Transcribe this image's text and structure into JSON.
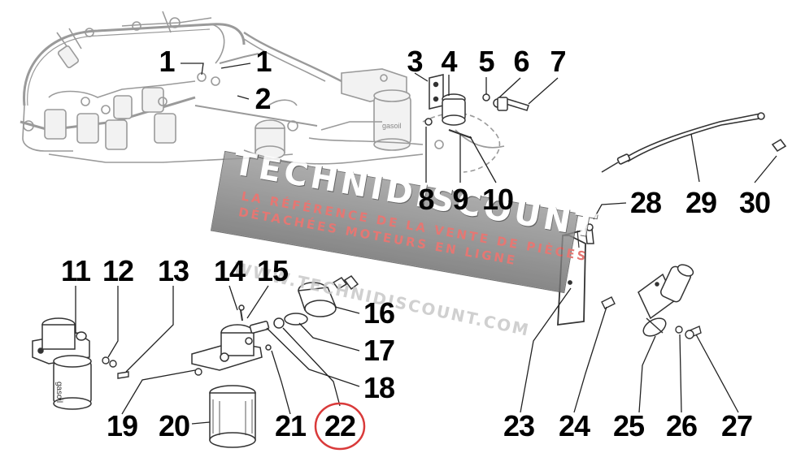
{
  "watermark": {
    "brand": "TECHNIDISCOUNT",
    "tagline1": "LA RÉFÉRENCE DE LA VENTE DE PIÈCES",
    "tagline2": "DÉTACHÉES MOTEURS EN LIGNE",
    "url": "WWW.TECHNIDISCOUNT.COM"
  },
  "part_labels": {
    "p1a": "1",
    "p1b": "1",
    "p2": "2",
    "p3": "3",
    "p4": "4",
    "p5": "5",
    "p6": "6",
    "p7": "7",
    "p8": "8",
    "p9": "9",
    "p10": "10",
    "p11": "11",
    "p12": "12",
    "p13": "13",
    "p14": "14",
    "p15": "15",
    "p16": "16",
    "p17": "17",
    "p18": "18",
    "p19": "19",
    "p20": "20",
    "p21": "21",
    "p22": "22",
    "p23": "23",
    "p24": "24",
    "p25": "25",
    "p26": "26",
    "p27": "27",
    "p28": "28",
    "p29": "29",
    "p30": "30"
  },
  "filter_text": {
    "gasoil_small": "gasoil",
    "gasoil_large": "gasoil"
  },
  "highlight": {
    "part": "22",
    "color": "#d93a3a"
  }
}
